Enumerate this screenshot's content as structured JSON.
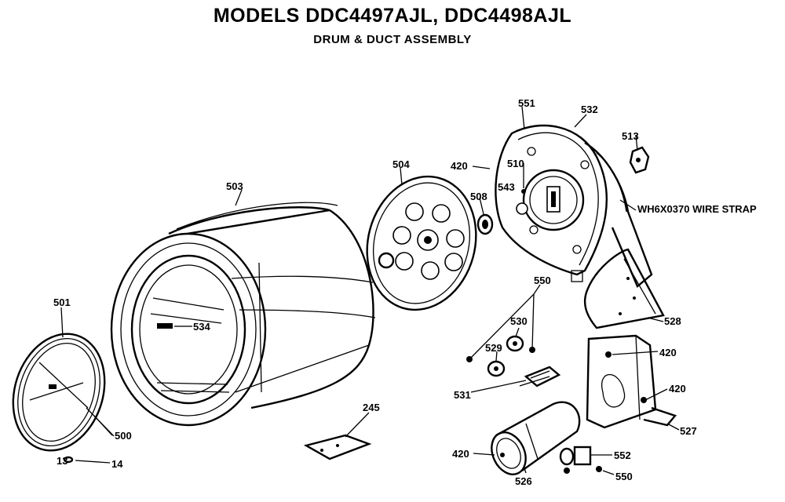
{
  "header": {
    "title": "MODELS DDC4497AJL, DDC4498AJL",
    "subtitle": "DRUM & DUCT ASSEMBLY"
  },
  "callouts": [
    {
      "id": "c551",
      "text": "551"
    },
    {
      "id": "c532",
      "text": "532"
    },
    {
      "id": "c513",
      "text": "513"
    },
    {
      "id": "c420a",
      "text": "420"
    },
    {
      "id": "c510",
      "text": "510"
    },
    {
      "id": "c543",
      "text": "543"
    },
    {
      "id": "c508",
      "text": "508"
    },
    {
      "id": "c504",
      "text": "504"
    },
    {
      "id": "c503",
      "text": "503"
    },
    {
      "id": "cstrap",
      "text": "WH6X0370 WIRE STRAP"
    },
    {
      "id": "c550a",
      "text": "550"
    },
    {
      "id": "c530",
      "text": "530"
    },
    {
      "id": "c529",
      "text": "529"
    },
    {
      "id": "c528",
      "text": "528"
    },
    {
      "id": "c420b",
      "text": "420"
    },
    {
      "id": "c420c",
      "text": "420"
    },
    {
      "id": "c531",
      "text": "531"
    },
    {
      "id": "c534",
      "text": "534"
    },
    {
      "id": "c501",
      "text": "501"
    },
    {
      "id": "c500",
      "text": "500"
    },
    {
      "id": "c13",
      "text": "13"
    },
    {
      "id": "c14",
      "text": "14"
    },
    {
      "id": "c245",
      "text": "245"
    },
    {
      "id": "c527",
      "text": "527"
    },
    {
      "id": "c420d",
      "text": "420"
    },
    {
      "id": "c526",
      "text": "526"
    },
    {
      "id": "c552",
      "text": "552"
    },
    {
      "id": "c550b",
      "text": "550"
    }
  ]
}
